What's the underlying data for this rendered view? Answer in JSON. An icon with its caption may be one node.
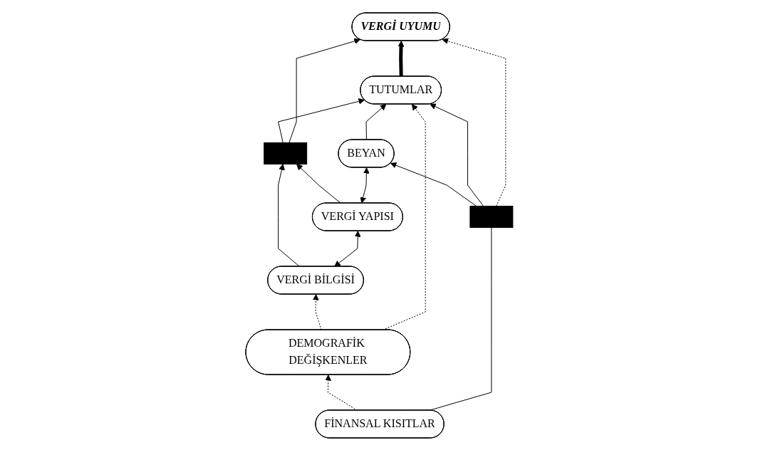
{
  "diagram": {
    "nodes": [
      {
        "text": [],
        "shape": "bar"
      },
      {
        "text": [
          "VERGİ YAPISI"
        ]
      },
      {
        "text": [
          "VERGİ BİLGİSİ"
        ]
      },
      {
        "text": [
          "BEYAN"
        ]
      },
      {
        "text": [
          "DEMOGRAFİK DEĞİŞKENLER"
        ]
      },
      {
        "text": [
          "TUTUMLAR"
        ]
      },
      {
        "text": [
          "VERGİ UYUMU"
        ]
      },
      {
        "text": [
          "FİNANSAL KISITLAR"
        ]
      },
      {
        "text": [],
        "shape": "bar"
      }
    ],
    "edges": [
      {
        "from": 2,
        "to": 0,
        "arrow": "to"
      },
      {
        "from": 1,
        "to": 0,
        "arrow": "to"
      },
      {
        "from": 0,
        "to": 5,
        "arrow": "to"
      },
      {
        "from": 0,
        "to": 6,
        "arrow": "to"
      },
      {
        "from": 2,
        "to": 1,
        "arrow": "both"
      },
      {
        "from": 1,
        "to": 3,
        "arrow": "both"
      },
      {
        "from": 3,
        "to": 5,
        "arrow": "to"
      },
      {
        "from": 4,
        "to": 2,
        "arrow": "to",
        "style": "dashed"
      },
      {
        "from": 4,
        "to": 5,
        "arrow": "to",
        "style": "dashed"
      },
      {
        "from": 7,
        "to": 4,
        "arrow": "to",
        "style": "dashed"
      },
      {
        "from": 7,
        "to": 8,
        "arrow": "none"
      },
      {
        "from": 8,
        "to": 3,
        "arrow": "to"
      },
      {
        "from": 8,
        "to": 5,
        "arrow": "to"
      },
      {
        "from": 8,
        "to": 6,
        "arrow": "to",
        "style": "dashed"
      },
      {
        "from": 5,
        "to": 6,
        "arrow": "to",
        "style": "thick"
      }
    ]
  }
}
